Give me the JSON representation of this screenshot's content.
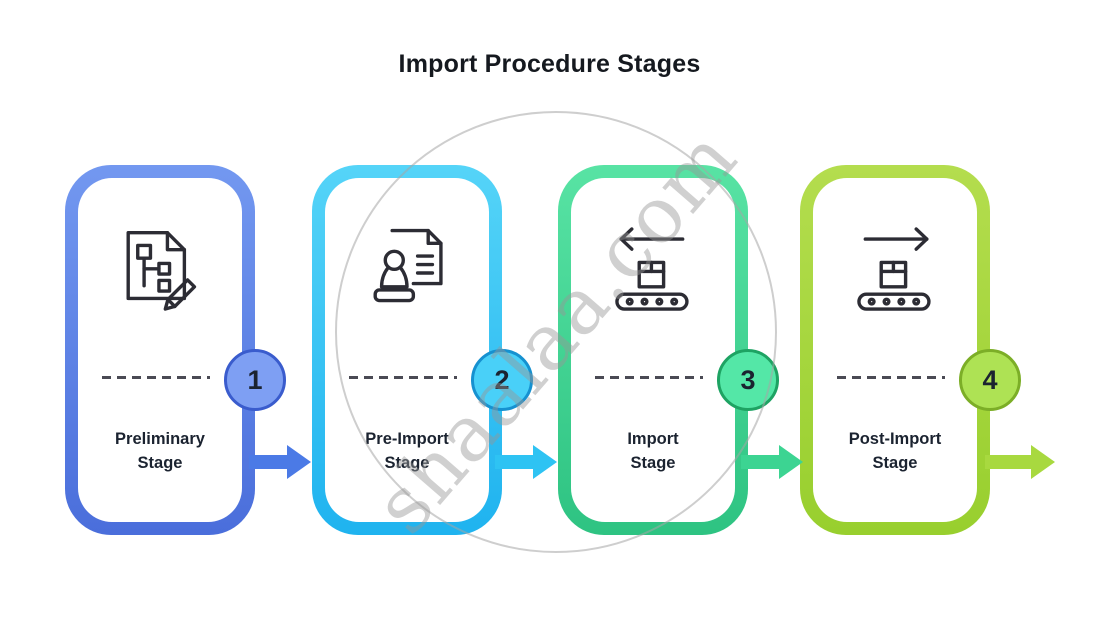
{
  "title": "Import Procedure Stages",
  "watermark": {
    "text": "shaalaa.com"
  },
  "text_color": "#1b2330",
  "background": "#ffffff",
  "stages": [
    {
      "number": "1",
      "label_line1": "Preliminary",
      "label_line2": "Stage",
      "icon": "document-flowchart-pencil-icon",
      "colors": {
        "top": "#7398f0",
        "bottom": "#4a6edb",
        "circle": "#7e9ff3",
        "circle_border": "#3a5ccd",
        "arrow": "#4b7ae6"
      }
    },
    {
      "number": "2",
      "label_line1": "Pre-Import",
      "label_line2": "Stage",
      "icon": "stamp-document-icon",
      "colors": {
        "top": "#55d4f8",
        "bottom": "#1fb3ef",
        "circle": "#49d0f8",
        "circle_border": "#1691d0",
        "arrow": "#2ec3f3"
      }
    },
    {
      "number": "3",
      "label_line1": "Import",
      "label_line2": "Stage",
      "icon": "conveyor-inbound-arrow-icon",
      "colors": {
        "top": "#58e3a4",
        "bottom": "#2ec382",
        "circle": "#54e7a7",
        "circle_border": "#1ea363",
        "arrow": "#3cd492"
      }
    },
    {
      "number": "4",
      "label_line1": "Post-Import",
      "label_line2": "Stage",
      "icon": "conveyor-outbound-arrow-icon",
      "colors": {
        "top": "#b4dd4e",
        "bottom": "#98cf2e",
        "circle": "#aee254",
        "circle_border": "#7cae27",
        "arrow": "#a8d93f"
      }
    }
  ]
}
